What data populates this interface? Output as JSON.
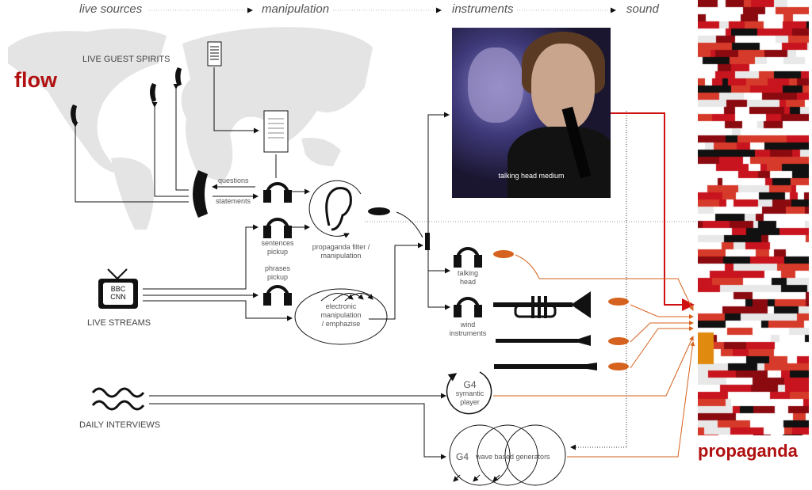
{
  "header": {
    "stages": [
      "live sources",
      "manipulation",
      "instruments",
      "sound"
    ]
  },
  "title_left": "flow",
  "title_right": "propaganda",
  "sources": {
    "guests": "LIVE GUEST SPIRITS",
    "streams": "LIVE STREAMS",
    "interviews": "DAILY INTERVIEWS",
    "tv_channels": [
      "BBC",
      "CNN"
    ]
  },
  "manipulation": {
    "questions": "questions",
    "statements": "statements",
    "sentences_pickup": [
      "sentences",
      "pickup"
    ],
    "phrases_pickup": [
      "phrases",
      "pickup"
    ],
    "filter": [
      "propaganda filter /",
      "manipulation"
    ],
    "electronic": [
      "electronic",
      "manipulation",
      "/ emphazise"
    ]
  },
  "instruments": {
    "photo_caption": "talking head medium",
    "talking_head": [
      "talking",
      "head"
    ],
    "wind": [
      "wind",
      "instruments"
    ],
    "player": [
      "G4",
      "symantic",
      "player"
    ],
    "generators_prefix": "G4",
    "generators": "wave based generators"
  },
  "colors": {
    "accent_red": "#b01010",
    "orange": "#d5621e",
    "map_gray": "#e3e3e3"
  }
}
